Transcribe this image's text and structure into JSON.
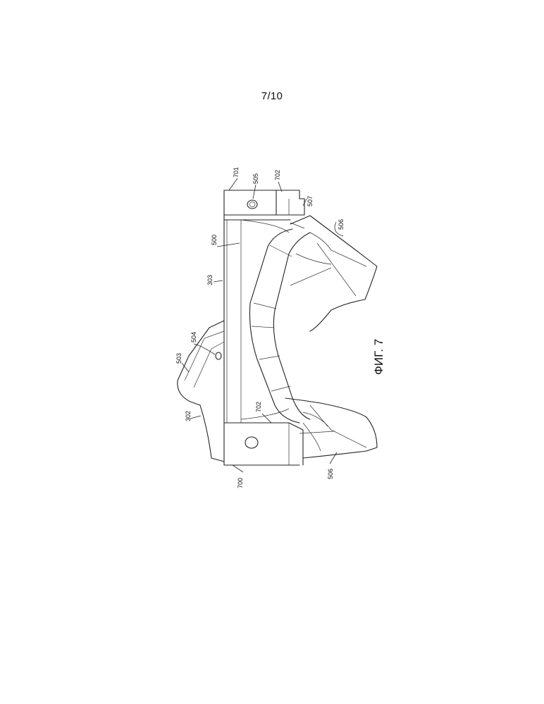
{
  "page": {
    "number": "7/10"
  },
  "figure": {
    "caption": "ФИГ. 7",
    "labels": {
      "l700": "700",
      "l701": "701",
      "l702_top": "702",
      "l702_mid": "702",
      "l500": "500",
      "l303": "303",
      "l302": "302",
      "l503": "503",
      "l504": "504",
      "l505": "505",
      "l506_top": "506",
      "l506_bottom": "506",
      "l507": "507"
    }
  }
}
